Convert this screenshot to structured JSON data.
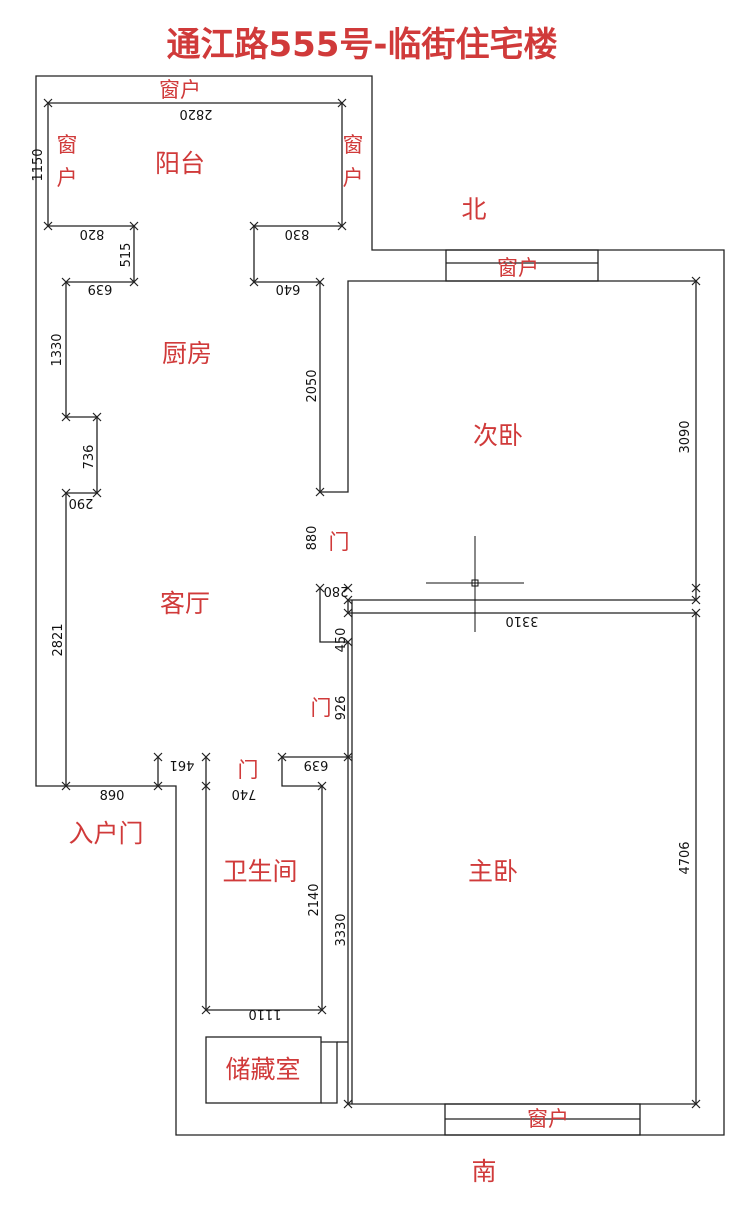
{
  "title": "通江路555号-临街住宅楼",
  "rooms": {
    "balcony": "阳台",
    "kitchen": "厨房",
    "living": "客厅",
    "second_bedroom": "次卧",
    "master_bedroom": "主卧",
    "bathroom": "卫生间",
    "storage": "储藏室",
    "entrance": "入户门"
  },
  "labels": {
    "window": "窗户",
    "window_char_1": "窗",
    "window_char_2": "户",
    "door": "门",
    "north": "北",
    "south": "南"
  },
  "dimensions": {
    "balcony_width": "2820",
    "balcony_height": "1150",
    "balcony_left_return": "820",
    "balcony_right_return": "830",
    "step_515": "515",
    "kitchen_left": "639",
    "kitchen_right": "640",
    "kitchen_wall_left": "1330",
    "kitchen_wall_right": "2050",
    "jog_736": "736",
    "jog_290": "290",
    "living_left": "2821",
    "door_880": "880",
    "jog_280": "280",
    "second_bed_right": "3090",
    "bed_width": "3310",
    "wall_450": "450",
    "door_926": "926",
    "entry_890": "890",
    "entry_461": "461",
    "bath_door_740": "740",
    "bath_639": "639",
    "bath_height": "2140",
    "bath_width": "1110",
    "corridor_3330": "3330",
    "master_right": "4706"
  }
}
